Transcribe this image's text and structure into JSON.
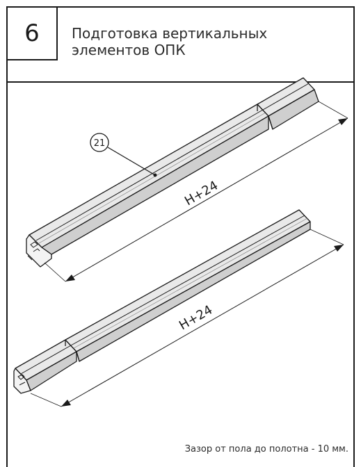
{
  "step": {
    "number": "6"
  },
  "title": "Подготовка вертикальных\nэлементов ОПК",
  "callout": {
    "label": "21"
  },
  "dimensions": {
    "top_rail": "H+24",
    "bottom_rail": "H+24"
  },
  "footnote": "Зазор от пола до полотна - 10 мм.",
  "colors": {
    "line": "#1a1a1a",
    "panel_face": "#e6e6e6",
    "panel_side": "#bdbdbd"
  }
}
